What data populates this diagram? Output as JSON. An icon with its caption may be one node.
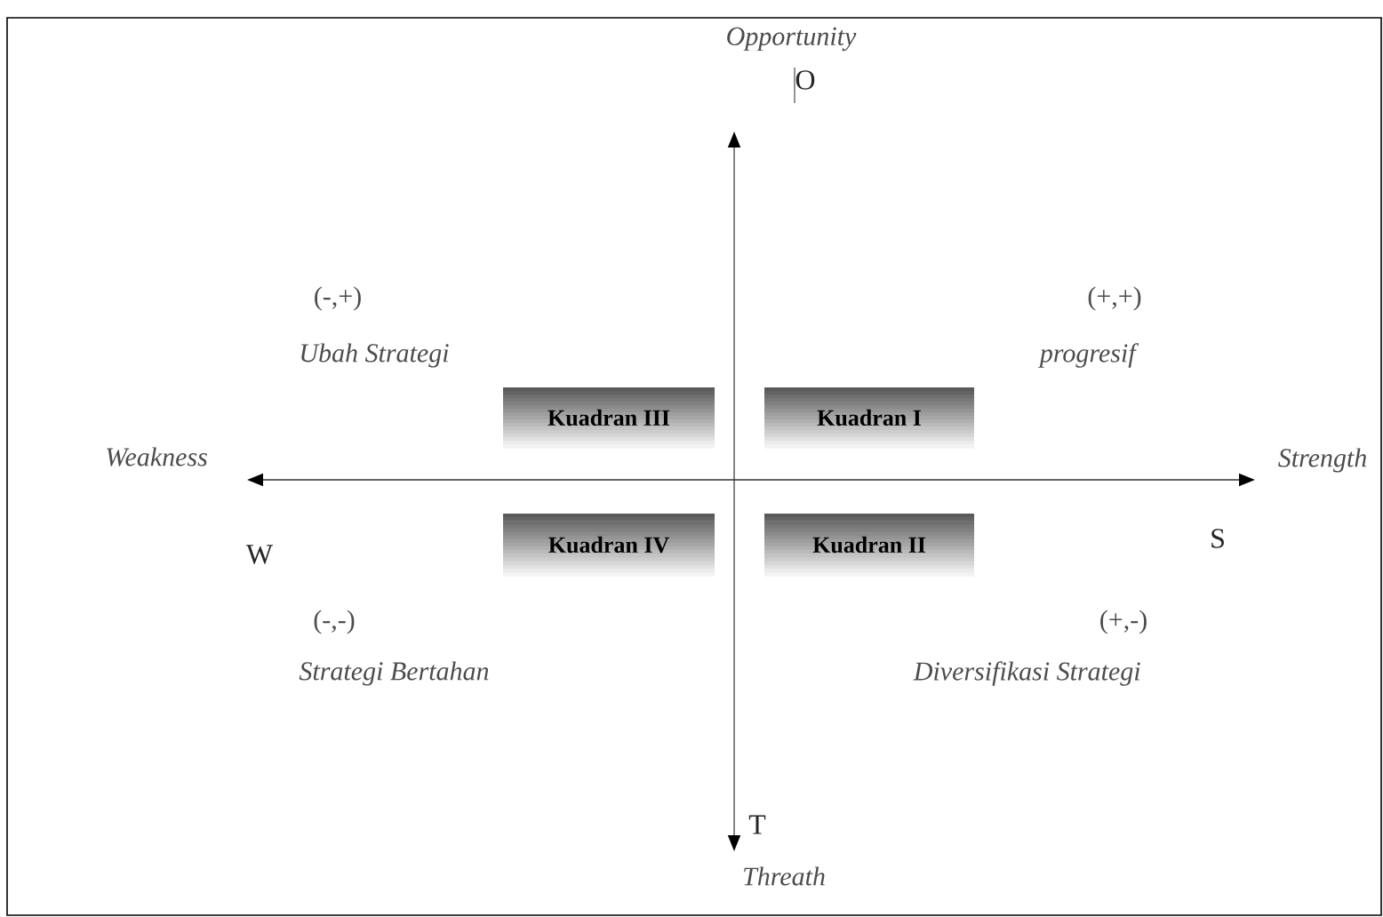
{
  "diagram": {
    "nodes": [
      {
        "text": [
          "Kuadran III"
        ]
      },
      {
        "text": [
          "Kuadran I"
        ]
      },
      {
        "text": [
          "Kuadran IV"
        ]
      },
      {
        "text": [
          "Kuadran II"
        ]
      }
    ],
    "labels": [
      "Opportunity",
      "O",
      "(-,+)",
      "Ubah Strategi",
      "(+,+)",
      "progresif",
      "Weakness",
      "Strength",
      "W",
      "S",
      "(-,-)",
      "Strategi Bertahan",
      "(+,-)",
      "Diversifikasi Strategi",
      "T",
      "Threath"
    ]
  }
}
